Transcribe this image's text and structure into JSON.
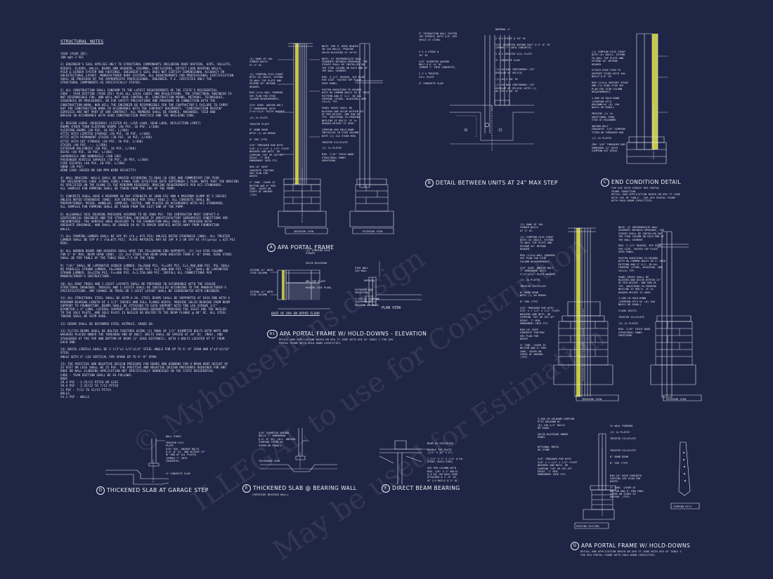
{
  "notes": {
    "heading": "STRUCTURAL NOTES",
    "lines": [
      "YEAR (YEAR IRC)",
      "100 mph 3 SEC",
      "",
      "1) ENGINEER'S SEAL APPLIES ONLY TO STRUCTURAL COMPONENTS INCLUDING ROOF RAFTERS, HIPS, VALLEYS,",
      "RIDGES, FLOORS, WALLS, BEAMS AND HEADERS, COLUMNS, CANTILEVERS, OFFSET LOAD BEARING WALLS,",
      "PIER & GIRDER SYSTEM AND FOOTINGS. ENGINEER'S SEAL DOES NOT CERTIFY DIMENSIONAL ACCURACY OR",
      "ARCHITECTURAL LAYOUT. MANUFACTURED ROOF SYSTEMS, ALL REQUIREMENTS FOR PROFESSIONAL CERTIFICATION",
      "SHALL BE PROVIDED BY THE APPROPRIATE PROFESSIONAL. ENGINEER, P.E. CERTIFIES ONLY THE",
      "STRUCTURAL COMPONENTS AS SPECIFICALLY STATED.",
      "",
      "2) ALL CONSTRUCTION SHALL CONFORM TO THE LATEST REQUIREMENTS OF THE STATE'S RESIDENTIAL",
      "CODE - YEAR EDITION (YEAR IRC) PLUS ALL LOCAL CODES AND REGULATIONS. THE STRUCTURAL ENGINEER IS",
      "NOT RESPONSIBLE FOR, AND WILL NOT HAVE CONTROL OF, CONSTRUCTION MEANS, METHODS, TECHNIQUES,",
      "SEQUENCES OR PROCEDURES, OR FOR SAFETY PRECAUTIONS AND PROGRAMS IN CONNECTION WITH THE",
      "CONSTRUCTION WORK, NOR WILL THE ENGINEER BE RESPONSIBLE FOR THE CONTRACTOR'S FAILURE TO CARRY",
      "OUT THE CONSTRUCTION WORK IN ACCORDANCE WITH THE CONTRACT DOCUMENTS. \"CONSTRUCTION REVIEW\"",
      "SERVICES ARE NOT PART OF OUR CONTRACT. ALL MEMBERS SHALL BE FRAMED, ANCHORED, TIED AND",
      "BRACED IN ACCORDANCE WITH GOOD CONSTRUCTION PRACTICE AND THE BUILDING CODE.",
      "",
      "3) DESIGN LOADS (REQUIRED) (LISTED AS: LIVE LOAD, DEAD LOAD, DEFLECTION LIMIT)",
      "ROOMS OTHER THAN SLEEPING ROOMS (40 PSF, 10 PSF, L/360)",
      "SLEEPING ROOMS (30 PSF, 10 PSF, L/360)",
      "ATTIC WITH LIMITED STORAGE (20 PSF, 10 PSF, L/360)",
      "ATTIC WITH PERMANENT STAIRS (30 PSF, 10 PSF, L/360)",
      "ATTIC WITH OUT STORAGE (10 PSF, 10 PSF, L/360)",
      "STAIRS (40 PSF, --, L/360)",
      "EXTERIOR BALCONIES (60 PSF, 10 PSF, L/360)",
      "DECKS (40 PSF, 10 PSF, L/360)",
      "GUARDRAILS AND HANDRAILS (200 LBS)",
      "PASSENGER VEHICLE GARAGES (50 PSF, 10 PSF, L/360)",
      "FIRE ESCAPES (40 PSF, 10 PSF, L/360)",
      "SNOW (20 PSF)",
      "WIND LOAD (BASED ON 100 MPH WIND VELOCITY)",
      "",
      "4) WALL BRACING: WALLS SHALL BE BRACED ACCORDING TO R602.10 CODE AND COMMENTARY FOR YEAR",
      "IRC RESIDENTIAL CODE (FINAL CODE) FINAL CODE EFFECTIVE DATE SEPTEMBER 1 YEAR. NOTE THAT THE BRACING",
      "AS SPECIFIED ON THE PLANS IS THE MINIMUM REQUIRED. BRACING REQUIREMENTS PER ACI STANDARDS.",
      "ALL SAMPLES FOR PUMPING SHALL BE TAKEN FROM THE END OF THE PUMP.",
      "",
      "5) CONCRETE SHALL HAVE A MINIMUM 28 DAY STRENGTH OF 3000 PSI AND A MAXIMUM SLUMP OF 5 INCHES",
      "UNLESS NOTED OTHERWISE (UNO). AIR ENTRAINED PER TABLE R402.2. ALL CONCRETE SHALL BE",
      "PROPORTIONED, MIXED, HANDLED, SAMPLED, TESTED, AND PLACED IN ACCORDANCE WITH ACI STANDARDS.",
      "ALL SAMPLES FOR PUMPING SHALL BE TAKEN FROM THE EXIT END OF THE PUMP.",
      "",
      "6) ALLOWABLE SOIL BEARING PRESSURE ASSUMED TO BE 2000 PSF. THE CONTRACTOR MUST CONTACT A",
      "GEOTECHNICAL ENGINEER AND THE STRUCTURAL ENGINEER IF UNSATISFACTORY SUBSURFACE CONDITIONS ARE",
      "ENCOUNTERED. THE SURFACE AREA ADJACENT TO THE FOUNDATION WALL SHALL BE PROVIDED WITH",
      "ADEQUATE DRAINAGE, AND SHALL BE GRADED SO AS TO DRAIN SURFACE WATER AWAY FROM FOUNDATION",
      "WALLS.",
      "",
      "7) ALL FRAMING LUMBER SHALL BE SPF #2 (Fb = 875 PSI) UNLESS NOTED OTHERWISE (UNO). ALL TREATED",
      "LUMBER SHALL BE SYP # 2 (Fb=875 PSI). PLATE MATERIAL MAY BE SPF # 3 OR SYP #3 (Fc(perp) = 425 PSI",
      "MIN).",
      "",
      "8) ALL WOODEN BEAMS AND HEADERS SHALL HAVE THE FOLLOWING END SUPPORTS: (1) 2x4 STUD COLUMN",
      "FOR 6'-0\" MAX. BEAM SPAN (UNO). (2) 2x4 STUDS FOR BEAM SPAN GREATER THAN 6'-0\" SPAN. KING STUDS",
      "SHALL BE PER TABLE OF THE TABLE R602.7.5 OF THE YEAR.",
      "",
      "9) \"LVL\" SHALL BE LAMINATED VENEER LUMBER. Fb=2600 PSI, Fv=285 PSI, E=1,900,000 PSI. PSL SHALL",
      "BE PARALLEL STRAND LUMBER, Fb=2900 PSI, Fv=290 PSI, E=2,000,000 PSI. \"LSL\" SHALL BE LAMINATED",
      "STRAND LUMBER. Fb=2250 PSI, Fv=400 PSI, E=1,550,000 PSI. INSTALL ALL CONNECTIONS PER",
      "MANUFACTURER'S INSTRUCTIONS.",
      "",
      "10) ALL ROOF TRUSS AND I-JOIST LAYOUTS SHALL BE PREPARED IN ACCORDANCE WITH THE SEALED",
      "STRUCTURAL DRAWINGS. TRUSSES AND I-JOISTS SHALL BE INSTALLED ACCORDING TO THE MANUFACTURER'S",
      "SPECIFICATIONS. ANY CHANGE IN TRUSS OR I-JOIST LAYOUT SHALL BE COORDINATED WITH ENGINEER.",
      "",
      "11) ALL STRUCTURAL STEEL SHALL BE ASTM A-36. STEEL BEAMS SHALL BE SUPPORTED AT EACH END WITH A",
      "MINIMUM BEARING LENGTH OF 3 1/2\" INCHES AND FULL FLANGE WIDTH. PROVIDE SOLID BEARING FROM BEAM",
      "SUPPORT TO FOUNDATION. BEAMS SHALL BE ATTACHED TO EACH SUPPORT WITH TWO LAG SCREWS 1/2\"",
      "DIAMETER x 4\" LONG. LATERAL SUPPORT IS CONSIDERED ADEQUATE PROVIDED THE JOIST ARE TOE NAILED",
      "TO THE SOLE PLATE, AND SOLE PLATE IS NAILED OR BOLTED TO THE BEAM FLANGE @ 48\" OC. ALL STEEL",
      "TUBING SHALL BE ASTM A500.",
      "",
      "12) REBAR SHALL BE DEFORMED STEEL ASTM615, GRADE 60.",
      "",
      "13) FLITCH BEAMS SHALL BE BOLTED TOGETHER USING (2) ROWS OF 1/2\" DIAMETER BOLTS WITH NUTS AND",
      "WASHERS PLACED UNDER THE THREADED END OF BOLT. BOLTS SHALL BE SPACED AT 24\" OC. (MAX), AND",
      "STAGGERED AT THE TOP AND BOTTOM OF BEAM (2\" EDGE DISTANCE), WITH 2 BOLTS LOCATED AT 6\" FROM",
      "EACH END.",
      "",
      "14) BRICK LINTELS SHALL BE 3 1/2\"x3 1/2\"x1/4\" STEEL ANGLE FOR UP TO 6'-0\" SPAN AND 6\"x4\"x5/16\" STEEL",
      "ANGLE WITH 6\" LEG VERTICAL FOR SPANS UP TO 9'-0\" SPAN.",
      "",
      "15) THE POSITIVE AND NEGATIVE DESIGN PRESSURE FOR DOORS AND WINDOWS FOR A MEAN ROOF HEIGHT OF",
      "35 FEET OR LESS SHALL BE 25 PSF. THE POSITIVE AND NEGATIVE DESIGN PRESSURES REQUIRED FOR ANY",
      "ROOF OR WALL CLADDING APPLICATION NOT SPECIFICALLY ADDRESSED IN THE STATE RESIDENTIAL",
      "CODE - YEAR EDITION SHALL BE AS FOLLOWS:",
      "ROOF",
      "39.4 PSF - 2.25/12 PITCH OR LESS",
      "39.4 PSF - 2.25/12 TO 7/12 PITCH",
      "21 PSF - 7/12 TO 12/12 PITCH",
      "WALLS",
      "24.1 PSF - WALLS"
    ]
  },
  "details": {
    "A": {
      "letter": "A",
      "title": "APA PORTAL FRAME",
      "interior": "INTERIOR VIEW",
      "exterior": "EXTERIOR VIEW"
    },
    "B": {
      "letter": "B",
      "title": "DETAIL BETWEEN UNITS AT 24\" MAX STEP"
    },
    "C": {
      "letter": "C",
      "title": "END CONDITION DETAIL",
      "sub": "FOR USE WITH SINGLE APA PORTAL\nFRAME CONDITION\nDETAIL AND APPLICATION BASED ON APA TT-100E\nWITH USE OF TABLE - FOR APA PORTAL FRAME\nWITH HOLD-DOWN CAPACITIES."
    },
    "base": {
      "title": "BASE OF APA ON UPPER FLOOR",
      "plan": "PLAN VIEW"
    },
    "A1": {
      "letter": "A1",
      "title": "APA PORTAL FRAME W/ HOLD-DOWNS - ELEVATION",
      "sub": "DETAIL AND APPLICATION BASED ON APA TT-100E WITH USE OF TABLE I FOR APA\nPORTAL FRAME WITH HOLD-DOWN CAPACITIES."
    },
    "D": {
      "letter": "D",
      "title": "THICKENED SLAB AT GARAGE STEP"
    },
    "E": {
      "letter": "E",
      "title": "THICKENED SLAB @ BEARING WALL",
      "sub": "(INTERIOR BEARING WALL)"
    },
    "F": {
      "letter": "F",
      "title": "DIRECT BEAM BEARING"
    },
    "G": {
      "letter": "G",
      "title": "APA PORTAL FRAME W/ HOLD-DOWNS",
      "sub": "DETAIL AND APPLICATION BASED ON APA TT-100E WITH USE OF TABLE I\nFOR APA PORTAL FRAME WITH HOLD-DOWN CAPACITIES.",
      "interior": "INTERIOR VIEW",
      "exterior": "EXTERIOR VIEW",
      "footing": "FOOTING SECTION",
      "simpson": "SIMPSON HTT4"
    }
  },
  "labels": {
    "a_left": "(2) ROWS OF 16d\nSINKER NAILS\nAT 3\" OC.\n\n\n(2) SIMPSON CS16 STRAP\nWITH (8) NAILS, EXTEND\nTO WALL TOP PLATE AND\nEXTEND 20\" BEYOND\nHEADER.\n\nMIN (2)2x WALL FRAMING\nSEE PLAN FOR STUD\nCOLUMN REQUIREMENTS.\n\n5/8\" DIAM. ANCHOR BOLT\n7\" EMBEDMENT WITH\n2\"x2\"x1/4\" PLATE WASHER.\n\n(2) 2x PLATE\n\nTREATED PLATE\n\n8\" BOND BEAM\nWITH (1) #4 REBAR\n\n8\" CMU (TYP)\n\n5/8\" THREADED ROD WITH\n5/8\" x 1 1/2\" x 1/2\" PLATE\nWASHERS AND NUTS. OR\nSIMPSON \"SET OR SET-XP\"\nEPOXY. 7\" MIN.\nEMBEDMENT INTO FTG.\n\nMIN 10\" DEEP\nCONCRETE FOOTING\nSEE PLAN FOR\nWIDTH\n\n3\" CONC. COVER AT\nBOTTOM AND 6\" MIN\nCONC. COVER ON\nSIDES OF ANCHOR.\n(TYP)",
    "a_mid": "NOTE: FOR 5' WIDE HEADER\nIN 2x6 WALLS, PROVIDE\nSOLID BLOCKING AT 24\"OC.\n\nNOTE: AT INTERMEDIATE WALL\nSEGMENTS BETWEEN OPENINGS, THE\nSTRAPS SHALL BE INSTALLED ON\nTHE STUD COLUMN ON EACH END OF\nTHE WALL SEGMENT.\n\nMIN. 3 1/2\" HEADER, SEE PLAN\nFOR SIZE. FASTEN TOP PLATE\nOVER PANEL.\n\nFASTEN SHEATHING TO HEADER\nWITH 8d COMMON NAILS IN 3\" GRID\nPATTERN AND 3\" O.C. IN ALL\nFRAMING (STUDS, BLOCKING, AND\nSILLS) TYP.\n\nPANEL EDGES SHALL BE\nBLOCKED AND OCCUR WITHIN 24\"\nOF MID-HEIGHT. ONE ROW OF\nTYP. SHEATHING-TO-FRAMING\nNAILING IS REQ'D. IF 2x\nHEADER HEIGHT IS USED.\n\nSIMPSON HDU HOLD-DOWN\nINSTALLED IN STUD COLUMN\nWITH (2) 2x4 STUDS MIN.\n\nTREATED SILLPLATE\n\n(2) 2x PLATES\n\nMIN. 7/16\" THICK WOOD\nSTRUCTURAL PANEL\nSHEATHING",
    "b_left": "2\" SEPARATION WALL SYSTEM\n(BY OTHERS) WITH 3/4\" AIR\nSPACE AT STUDS.\n\n\n\n2 X 4 STUDS @\n16\" OC\n\n5/8\" DIAMETER ANCHOR\nBOLT @ 6'-0\" OC\n(EMBED 7\" INTO CONCRETE)\n\n2 X 4 TREATED\nSILL PLATE\n\n4\" CONCRETE SLAB",
    "b_right": "NOMINAL 4\"\n\n\n2 X 4 STUDS @ 16\" OC\n\n5/8\" DIAMETER ANCHOR BOLT @ 6'-0\" OC\n(EMBED 7\" INTO CONCRETE)\n\n2 X 4 TREATED SILL PLATE\n\n4\" CONCRETE SLAB\n\n\n(1) #4 BAR CONTINUOUS (25\"\nOVERLAP AT SPLICE)\n\n(1) #4 @ 48\" OC\n\n(1) #4 BAR CONTINUOUS (25\"\nOVERLAP AT SPLICE) WITH (1)\n#4 TIE @ 48\" OC",
    "c_right": "(1) SIMPSON CS16 STRAP\nWITH (8) NAILS, EXTEND\nTO WALL TOP PLATE AND\nEXTEND 20\" BEYOND\nHEADER.\n\nATTACH KING STUD TO\nSUPPORT STUDS WITH 10d\nNAILS @ 6\" OC.\n\nMIN (2)2x4 SUPPORT STUDS\nAND (1) KING STUD SEE\nPLAN FOR STUD COLUMN\nREQUIREMENTS.\n\n1,000 LB HOLD-DOWN\n(SIMPSON HTT4\nHOLDOWN W/ (8) 10d\nNAILS OR EQUAL)\n\nPROVIDE (1) 2x\nADDITIONAL KING\nSTUD AT HOLDOWNS\n\nANCHOR BOLT\nCONCRETE: 5/8\" SIMPSON\nTITEN HD THREADED ROD\n\n(2) 2x PLATES\n\nCMU: 5/8\" THREADED ROD\nEMBEDDED 12\" WITH\nSIMPSON SET EPOXY.",
    "elev_left": "EXTEND 12\" ONTO\nSTUD COLUMN\n\n\n\n\n\nEXTEND 12\" ONTO\nSTUD COLUMN",
    "elev_mid": "(2) SIMPSON CS16\nSTRAPS\n\n\nSOLID BLOCKING\n\n\n\n\n\nDBL TOP PLATE\n\nHEADER (SEE PLAN)",
    "plan": "SIDE WALL\n2x6 WALL\n\n\n      OPENING\n\n\nEXTERIOR WSP\nSHEATHING\n\n3,500 LB HOLDOWN\n(SIMPSON HTT4)\nHOLDOWN OR EQUAL",
    "d": "WALL STUDS\n\nTREATED SILL\nPLATE\n5/8\" DIA. ANCHOR BOLTS\n@ 6'-0\" OC. AND WITHIN 12\"\nOF END OF ALL PLATES.\n(EMBED 7\" INTO\nCONCRETE)\n\n\n\n4\" CONCRETE SLAB",
    "e": "5/8\" DIAMETER ANCHOR\nBOLTS 7\" EMBEDMENT\n@ 6'-0\" OC. (ALT. ANCHOR:\nSIMPSON TITEN HD\nSCREW OR EQUAL)\n\n\n\n\nTHICKENED SLAB",
    "f": "BEAM AS SPECIFIED\n\nDOUBLE TOP PLATE\n(1/2\" X 12\" X 6\")\n\n1 1/2\" X 1\" X 1/4\" @ EA.\nSTRAP (EACH SIDE)\n\nSEE PER COLUMN WITH\nMIN. 3/8\" X 1\" BOLTS\n@ 8 EA. ON EACH SIDE\nATTACHED @ 1'-0\" OC.\nOF 1/4 NAILS @ 3\" OC.",
    "g_left": "(2) ROWS OF 16d\nSINKER NAILS\nAT 3\" OC.\n\n(2) SIMPSON CS16 STRAP\nWITH (8) NAILS, EXTEND\nTO WALL TOP PLATE AND\nEXTEND 20\" BEYOND\nHEADER.\n\nMIN (2)2x4 WALL FRAMING\nSEE PLAN FOR STUD\nCOLUMN REQUIREMENTS.\n\n5/8\" DIAM. ANCHOR BOLT\n7\" EMBEDMENT WITH\n2\"x2\"x1/4\" PLATE WASHER.\n\n(2) 2x PLATES\n\nTREATED SILLPLATE\n\n8\" BOND BEAM\nWITH (1) #4 REBAR\n\n8\" CMU (TYP)\n\n5/8\" THREADED ROD WITH\n5/8\" x 1 1/2\" x 1/2\" PLATE\nWASHERS AND NUTS. OR\nSIMPSON \"SET OR SET-XP\"\nEPOXY. 7\" MIN.\nEMBEDMENT INTO FTG.\n\nMIN 10\" DEEP\nCONCRETE FOOTING\nSEE PLAN FOR\nWIDTH\n\n3\" CONC. COVER AT\nBOTTOM AND 6\" MIN\nCONC. COVER ON\nSIDES OF ANCHOR.\n(TYP)",
    "g_mid": "NOTE: AT INTERMEDIATE WALL\nSEGMENTS BETWEEN OPENINGS, THE\nSTRAPS SHALL BE INSTALLED ON\nTHE STUD COLUMN ON EACH END OF\nTHE WALL SEGMENT.\n\nMIN. 3 1/2\" HEADER, SEE PLAN\nFOR SIZE. FASTEN TOP PLATE\nOVER PANEL.\n\nFASTEN SHEATHING TO HEADER\nWITH 8d COMMON NAILS IN 3\" GRID\nPATTERN AND 3\" O.C. IN ALL\nFRAMING (STUDS, BLOCKING, AND\nSILLS) TYP.\n\nPANEL EDGES SHALL BE\nBLOCKED AND OCCUR WITHIN 24\"\nOF MID-HEIGHT. ONE ROW OF\nTYP. SHEATHING-TO-FRAMING\nNAILING IS REQ'D. IF 2x\nHEADER HEIGHT IS USED.\n\n3,500 LB HOLD-DOWN\n(SIMPSON HTT4 W/ (8) 10d\nNAILS OR EQUAL)\n\nFLOOR JOISTS\n\nTREATED SILLPLATE\n\n(2) 2x PLATES\n\nMIN. 7/16\" THICK WOOD\nSTRUCTURAL PANEL\nSHEATHING",
    "g_foot": "3,500 LB HOLDOWN SIMPSON\nHTT4 HOLDOWN W/\n(8) 16d-1/2\" NAILS\nOR EQUAL\n\nSOLID BLOCKING UNDER\nPANEL\n\n\nOPTIONAL BRICK\nOR STONE\n\n\n5/8\" THREADED ROD WITH\n5/8\" x 1 1/2\" x 1/2\" PLATE\nWASHERS AND NUTS. OR\nSIMPSON \"SET OR SET-XP\"\nEPOXY. 7\" MIN.\nEMBEDMENT INTO FTG.",
    "g_foot_r": "2x WALL FRAMING\n\n(2) 2x PLATES\n\nTREATED SILLPLATE\n\n\n\nTREATED SILLPLATE\n\n8\" BOND BEAM\n\n8\" CMU (TYP)\n\n\n\nMIN 10\" DEEP CONCRETE\nFOOTING SEE PLAN FOR\nWIDTH\n\n3\" CONC. COVER AT\nBOTTOM AND 6\" MIN CONC.\nCOVER ON SIDES OF\nANCHOR. (TYP)"
  },
  "watermark": {
    "line1": "© Myhouseplans.design",
    "line2": "ILLEGAL to use for Construction",
    "line3": "May be used for Estimation"
  },
  "colors": {
    "background": "#1f2544",
    "linework": "#e6e9f1",
    "highlight": "#e3e54a"
  }
}
